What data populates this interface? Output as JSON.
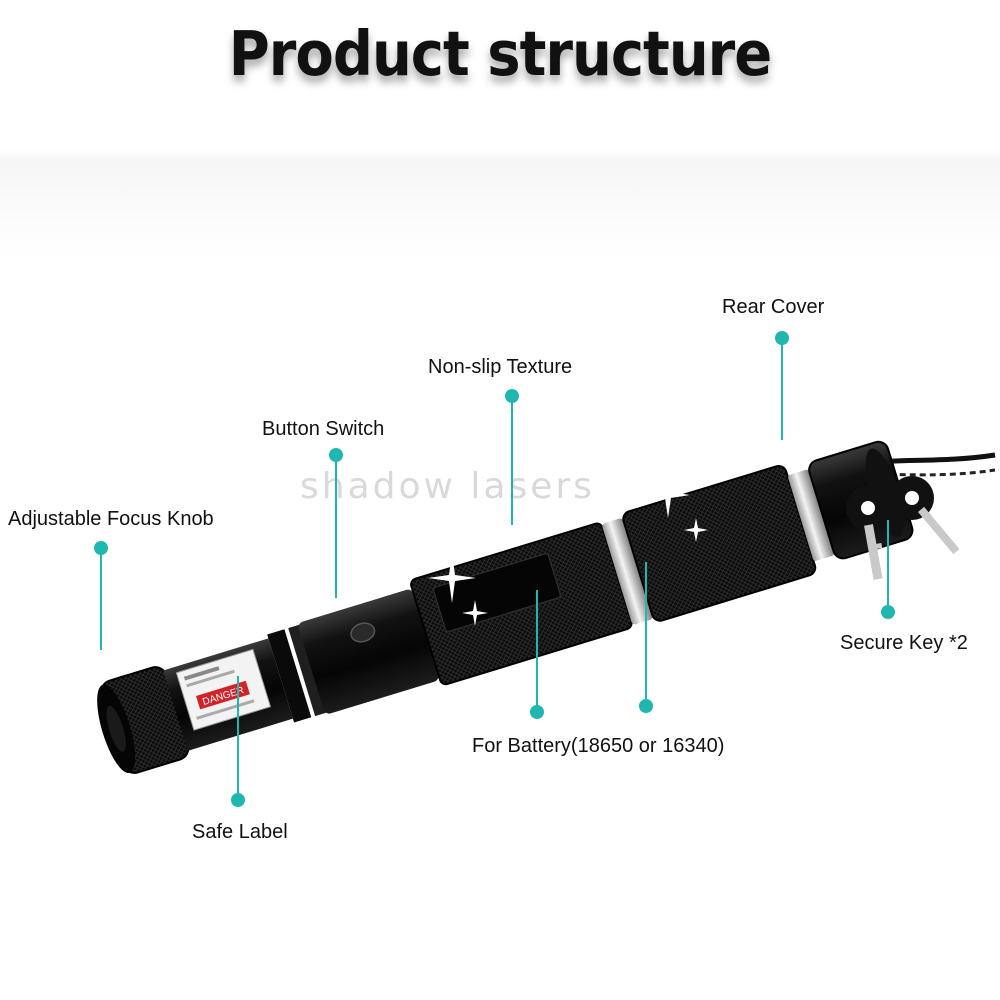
{
  "title": "Product structure",
  "watermark": "shadow lasers",
  "accent_color": "#1fb7b0",
  "product_label_text": "DANGER",
  "labels": {
    "adjustable_focus_knob": "Adjustable Focus Knob",
    "button_switch": "Button Switch",
    "non_slip_texture": "Non-slip Texture",
    "rear_cover": "Rear Cover",
    "secure_key": "Secure Key *2",
    "for_battery": "For Battery(18650 or 16340)",
    "safe_label": "Safe Label"
  },
  "icons": [
    "sparkle-icon",
    "key-icon"
  ]
}
